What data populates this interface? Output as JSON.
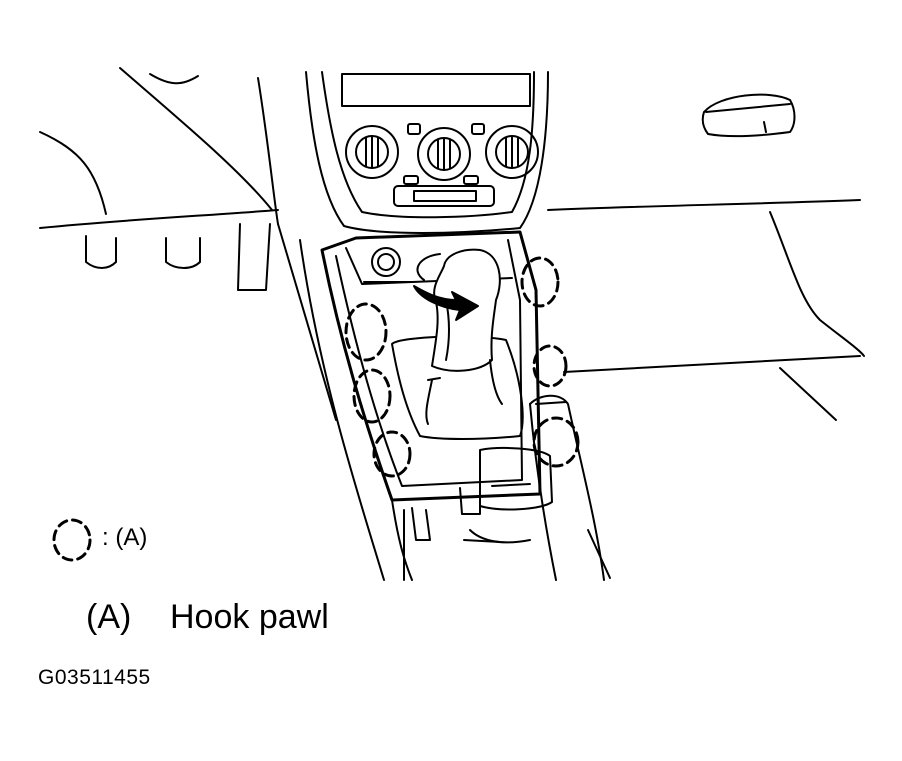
{
  "figure": {
    "legend_symbol_text": ":  (A)",
    "legend": [
      {
        "key": "(A)",
        "label": "Hook pawl"
      }
    ],
    "figure_id": "G03511455"
  },
  "colors": {
    "ink": "#000000",
    "background": "#ffffff"
  },
  "icons": {
    "hook_marker": "dashed-circle",
    "rotate_direction": "curved-arrow"
  }
}
